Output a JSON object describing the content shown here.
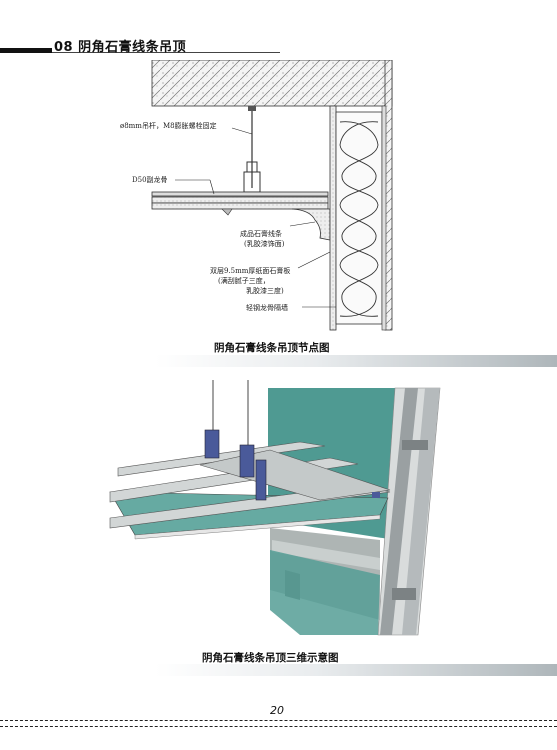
{
  "header": {
    "section_title": "08  阴角石膏线条吊顶"
  },
  "figure1": {
    "caption": "阴角石膏线条吊顶节点图",
    "labels": {
      "rod": "ø8mm吊杆，M8膨胀螺栓固定",
      "keel": "D50副龙骨",
      "cornice_1": "成品石膏线条",
      "cornice_2": "(乳胶漆饰面)",
      "board_1": "双层9.5mm厚纸面石膏板",
      "board_2": "(满刮腻子三度，",
      "board_3": "乳胶漆三度)",
      "wall": "轻钢龙骨隔墙"
    }
  },
  "figure2": {
    "caption": "阴角石膏线条吊顶三维示意图"
  },
  "footer": {
    "page_number": "20"
  }
}
